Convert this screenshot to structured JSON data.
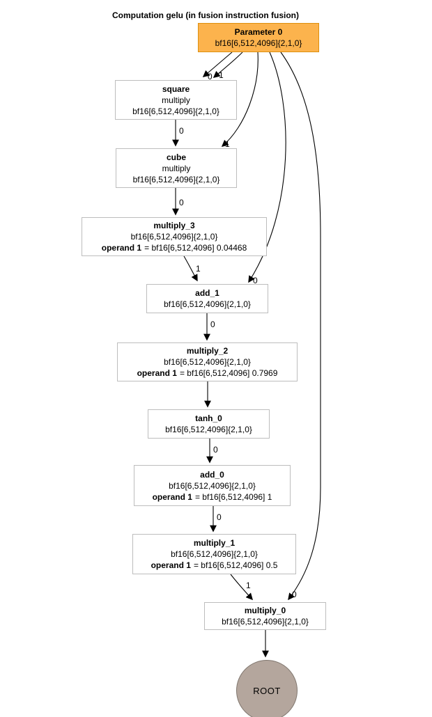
{
  "title": "Computation gelu (in fusion instruction fusion)",
  "nodes": {
    "parameter_0": {
      "title": "Parameter 0",
      "shape": "bf16[6,512,4096]{2,1,0}"
    },
    "square": {
      "title": "square",
      "op": "multiply",
      "shape": "bf16[6,512,4096]{2,1,0}"
    },
    "cube": {
      "title": "cube",
      "op": "multiply",
      "shape": "bf16[6,512,4096]{2,1,0}"
    },
    "multiply_3": {
      "title": "multiply_3",
      "shape": "bf16[6,512,4096]{2,1,0}",
      "operand_label": "operand 1",
      "operand_value": "= bf16[6,512,4096] 0.04468"
    },
    "add_1": {
      "title": "add_1",
      "shape": "bf16[6,512,4096]{2,1,0}"
    },
    "multiply_2": {
      "title": "multiply_2",
      "shape": "bf16[6,512,4096]{2,1,0}",
      "operand_label": "operand 1",
      "operand_value": "= bf16[6,512,4096] 0.7969"
    },
    "tanh_0": {
      "title": "tanh_0",
      "shape": "bf16[6,512,4096]{2,1,0}"
    },
    "add_0": {
      "title": "add_0",
      "shape": "bf16[6,512,4096]{2,1,0}",
      "operand_label": "operand 1",
      "operand_value": "= bf16[6,512,4096] 1"
    },
    "multiply_1": {
      "title": "multiply_1",
      "shape": "bf16[6,512,4096]{2,1,0}",
      "operand_label": "operand 1",
      "operand_value": "= bf16[6,512,4096] 0.5"
    },
    "multiply_0": {
      "title": "multiply_0",
      "shape": "bf16[6,512,4096]{2,1,0}"
    },
    "root": {
      "title": "ROOT"
    }
  },
  "edges": [
    {
      "from": "parameter_0",
      "to": "square",
      "label": "0"
    },
    {
      "from": "parameter_0",
      "to": "square",
      "label": "1"
    },
    {
      "from": "square",
      "to": "cube",
      "label": "0"
    },
    {
      "from": "parameter_0",
      "to": "cube",
      "label": "1"
    },
    {
      "from": "cube",
      "to": "multiply_3",
      "label": "0"
    },
    {
      "from": "multiply_3",
      "to": "add_1",
      "label": "1"
    },
    {
      "from": "parameter_0",
      "to": "add_1",
      "label": "0"
    },
    {
      "from": "add_1",
      "to": "multiply_2",
      "label": "0"
    },
    {
      "from": "multiply_2",
      "to": "tanh_0",
      "label": ""
    },
    {
      "from": "tanh_0",
      "to": "add_0",
      "label": "0"
    },
    {
      "from": "add_0",
      "to": "multiply_1",
      "label": "0"
    },
    {
      "from": "multiply_1",
      "to": "multiply_0",
      "label": "1"
    },
    {
      "from": "parameter_0",
      "to": "multiply_0",
      "label": "0"
    },
    {
      "from": "multiply_0",
      "to": "root",
      "label": ""
    }
  ],
  "colors": {
    "parameter_fill": "#fcb34d",
    "parameter_border": "#dd8f0e",
    "root_fill": "#b4a69d",
    "root_border": "#80776f",
    "node_border": "#bdbdbd",
    "edge": "#000000"
  }
}
